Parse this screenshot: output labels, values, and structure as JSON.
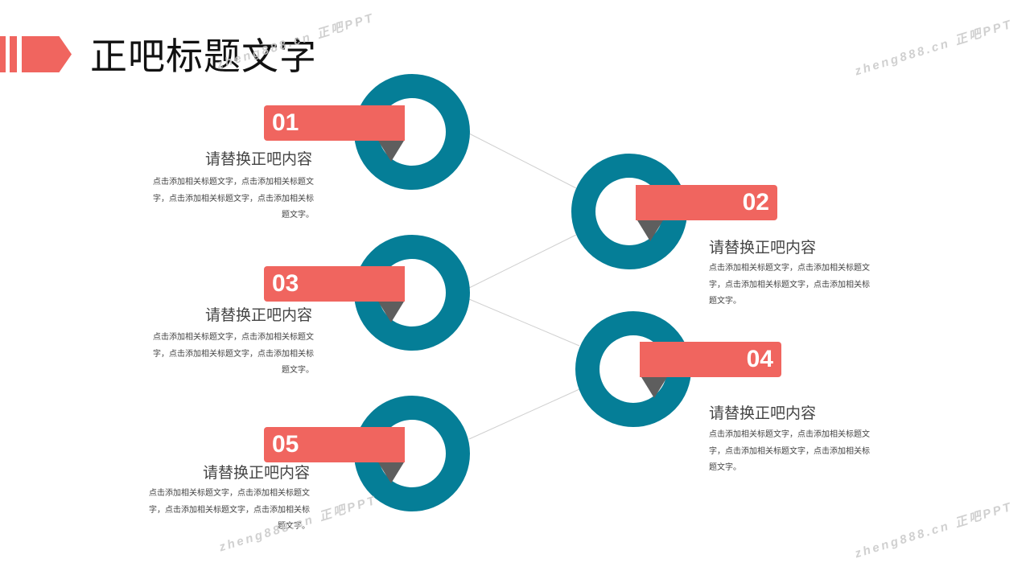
{
  "title": "正吧标题文字",
  "colors": {
    "accent": "#f0655f",
    "ring": "#057e97",
    "fold": "#5e5e5e",
    "text": "#444444",
    "connector": "#d0d0d0"
  },
  "items": [
    {
      "number": "01",
      "heading": "请替换正吧内容",
      "body": "点击添加相关标题文字，点击添加相关标题文字，点击添加相关标题文字，点击添加相关标题文字。"
    },
    {
      "number": "02",
      "heading": "请替换正吧内容",
      "body": "点击添加相关标题文字，点击添加相关标题文字，点击添加相关标题文字，点击添加相关标题文字。"
    },
    {
      "number": "03",
      "heading": "请替换正吧内容",
      "body": "点击添加相关标题文字，点击添加相关标题文字，点击添加相关标题文字，点击添加相关标题文字。"
    },
    {
      "number": "04",
      "heading": "请替换正吧内容",
      "body": "点击添加相关标题文字，点击添加相关标题文字，点击添加相关标题文字，点击添加相关标题文字。"
    },
    {
      "number": "05",
      "heading": "请替换正吧内容",
      "body": "点击添加相关标题文字，点击添加相关标题文字，点击添加相关标题文字，点击添加相关标题文字。"
    }
  ],
  "watermark": "zheng888.cn 正吧PPT"
}
